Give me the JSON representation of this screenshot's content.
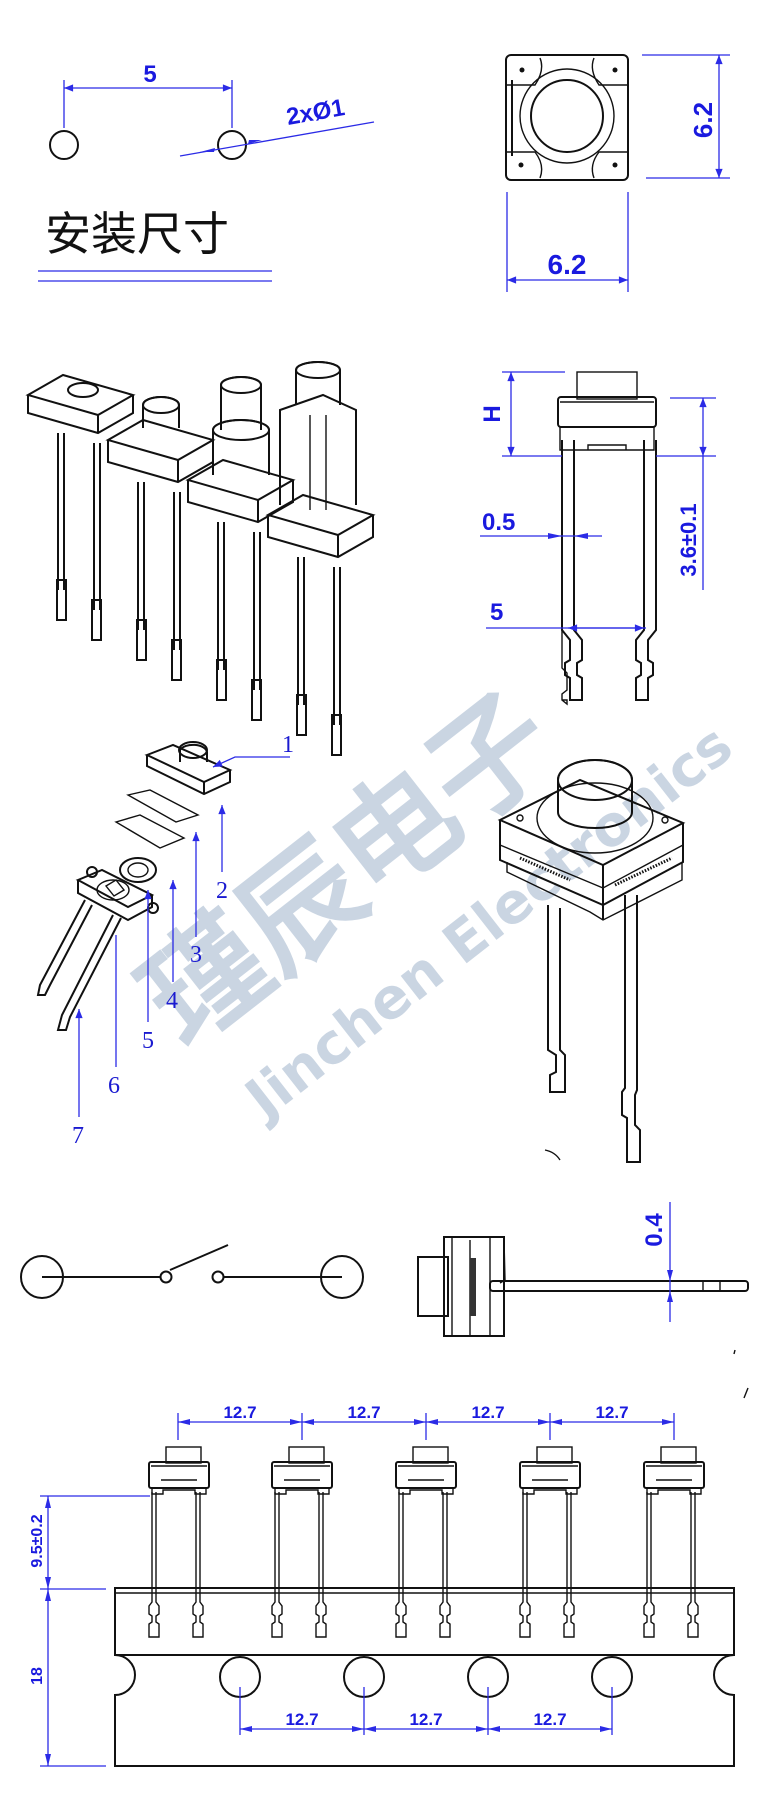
{
  "document": {
    "type": "tactile switch technical drawing",
    "watermark": {
      "cn": "瑾辰电子",
      "en": "Jinchen Electronics"
    }
  },
  "mounting_footprint": {
    "title": "安装尺寸",
    "pitch_label": "5",
    "hole_label": "2xØ1"
  },
  "top_view": {
    "width_label": "6.2",
    "height_label": "6.2"
  },
  "variants_view": {
    "count": 4,
    "description": "4 height variants, isometric"
  },
  "side_view": {
    "h_label": "H",
    "pin_width_label": "0.5",
    "pin_pitch_label": "5",
    "body_height_label": "3.6±0.1"
  },
  "exploded_view": {
    "callouts": [
      "1",
      "2",
      "3",
      "4",
      "5",
      "6",
      "7"
    ]
  },
  "schematic": {
    "type": "SPST normally open"
  },
  "profile_view": {
    "thickness_label": "0.4"
  },
  "tape_packaging": {
    "top_pitch_labels": [
      "12.7",
      "12.7",
      "12.7",
      "12.7"
    ],
    "bottom_pitch_labels": [
      "12.7",
      "12.7",
      "12.7"
    ],
    "height_above_tape_label": "9.5±0.2",
    "tape_width_label": "18",
    "switch_count": 5
  }
}
